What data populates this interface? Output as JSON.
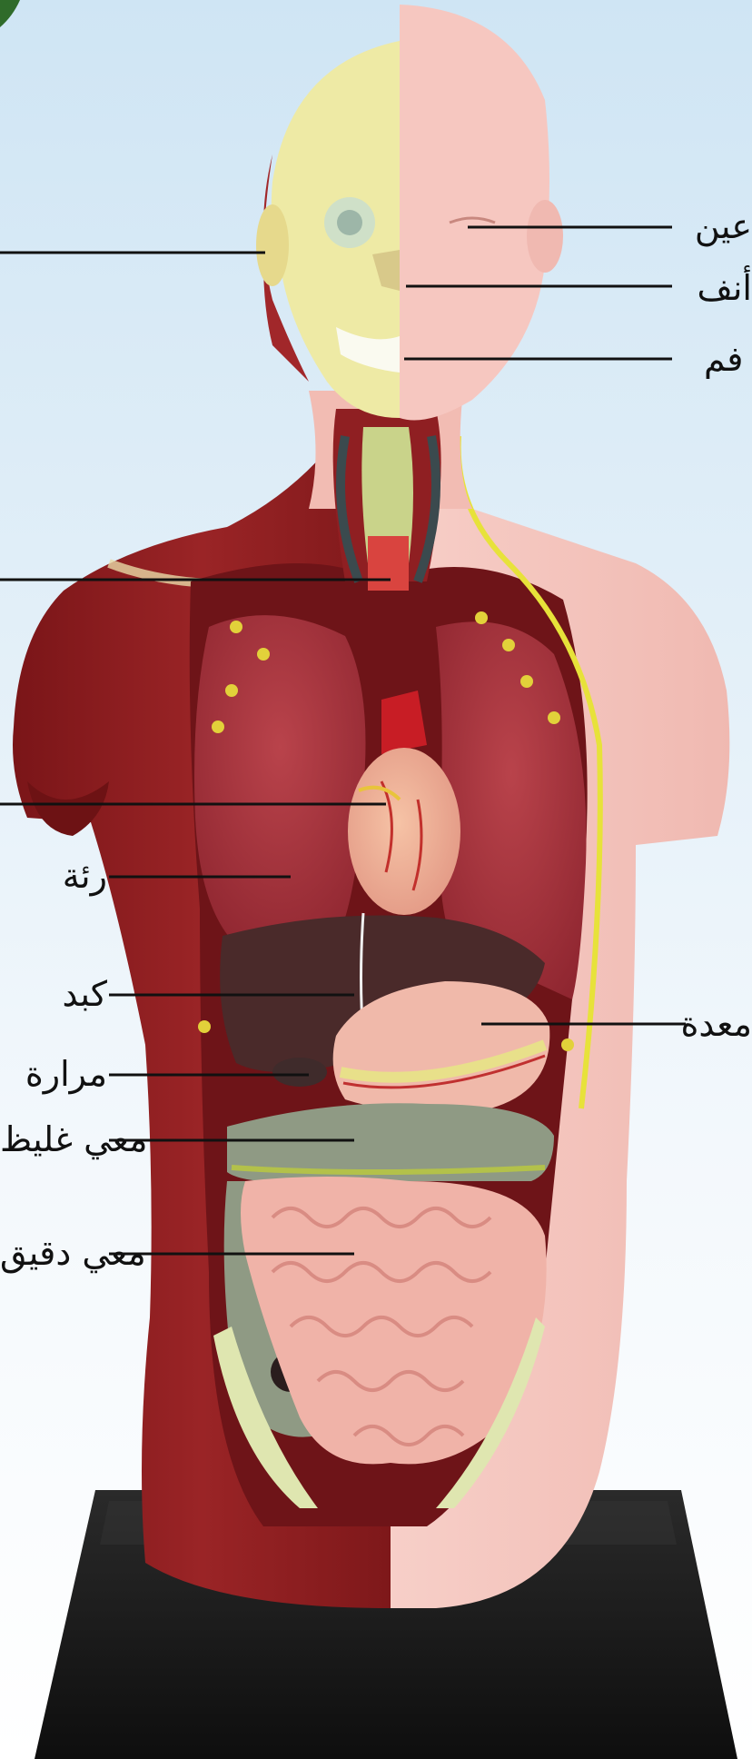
{
  "image": {
    "subject": "anatomical-torso-model",
    "palette": {
      "background_top": "#cfe5f4",
      "muscle": "#8e1d1f",
      "skin": "#f5c6bf",
      "bone": "#efecb0",
      "lung": "#a8343c",
      "liver": "#4a2a2a",
      "intestine": "#f0b3a8",
      "colon": "#8f9a84",
      "stand": "#1b1b1b"
    }
  },
  "labels": {
    "eye": "عين",
    "nose": "أنف",
    "mouth": "فم",
    "lung": "رئة",
    "liver": "كبد",
    "gallbladder": "مرارة",
    "stomach": "معدة",
    "large_intestine": "معي غليظ",
    "small_intestine": "معي دقيق"
  }
}
